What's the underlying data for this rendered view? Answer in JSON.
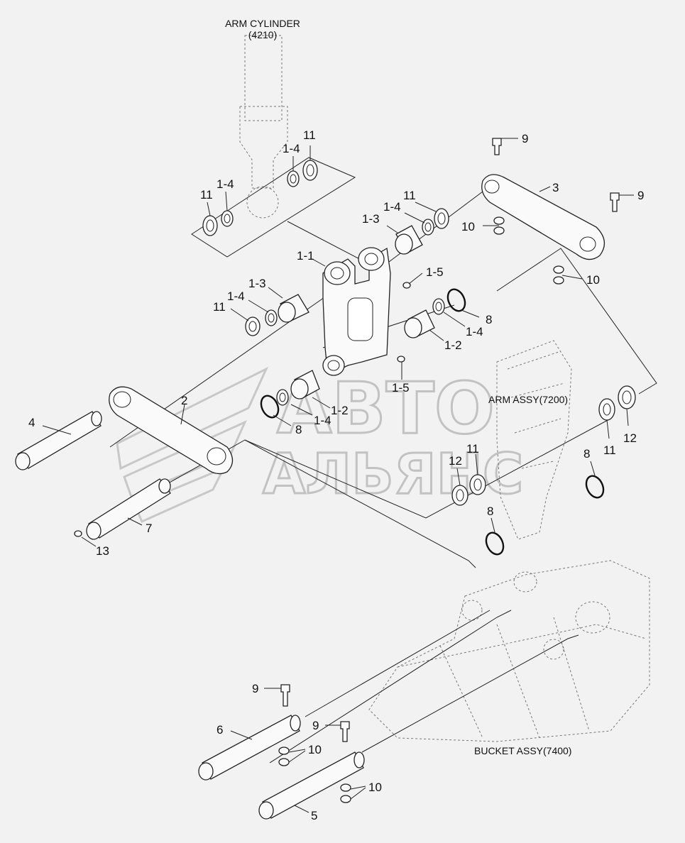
{
  "captions": {
    "arm_cylinder": "ARM CYLINDER",
    "arm_cylinder_code": "(4210)",
    "arm_assy": "ARM ASSY(7200)",
    "bucket_assy": "BUCKET ASSY(7400)"
  },
  "watermark": {
    "line1": "АВТО",
    "line2": "АЛЬЯНС"
  },
  "labels": {
    "p9_top": "9",
    "p9_right": "9",
    "p3": "3",
    "p11_cyl_top": "11",
    "p1_4_cyl_top": "1-4",
    "p11_cyl_left": "11",
    "p1_4_cyl_left": "1-4",
    "p11_mid": "11",
    "p1_4_mid": "1-4",
    "p1_3_mid": "1-3",
    "p10_mid": "10",
    "p10_right": "10",
    "p1_1": "1-1",
    "p1_5_top": "1-5",
    "p1_3_left": "1-3",
    "p1_4_left": "1-4",
    "p11_left": "11",
    "p8_mid": "8",
    "p1_4_right": "1-4",
    "p1_2_right": "1-2",
    "p1_5_bottom": "1-5",
    "p2": "2",
    "p4": "4",
    "p1_2_low": "1-2",
    "p1_4_low": "1-4",
    "p8_low": "8",
    "p12_right": "12",
    "p11_right": "11",
    "p12_center": "12",
    "p11_center": "11",
    "p8_right": "8",
    "p8_center": "8",
    "p7": "7",
    "p13": "13",
    "p9_bottom_left": "9",
    "p9_bottom_mid": "9",
    "p6": "6",
    "p10_bottom_left": "10",
    "p10_bottom_mid": "10",
    "p5": "5"
  }
}
